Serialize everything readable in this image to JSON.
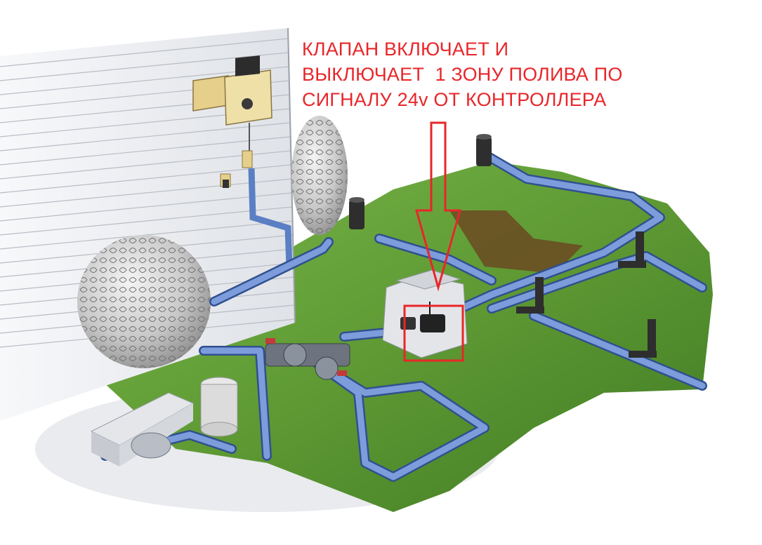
{
  "annotation": {
    "lines": [
      "КЛАПАН ВКЛЮЧАЕТ И",
      "ВЫКЛЮЧАЕТ  1 ЗОНУ ПОЛИВА ПО",
      "СИГНАЛУ 24v ОТ КОНТРОЛЛЕРА"
    ]
  },
  "colors": {
    "annotation": "#e8262a",
    "pipe": "#5b7fc4",
    "pipe_dark": "#30508f",
    "lawn": "#5f9a34",
    "house_wall": "#eef0f3"
  },
  "icons": [
    "arrow-down-icon",
    "highlight-box-icon"
  ]
}
